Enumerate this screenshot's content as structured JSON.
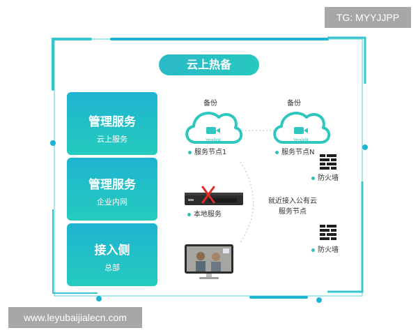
{
  "watermark": {
    "top": "TG: MYYJJPP",
    "bottom": "www.leyubaijialecn.com"
  },
  "title": "云上热备",
  "panels": [
    {
      "title": "管理服务",
      "subtitle": "云上服务"
    },
    {
      "title": "管理服务",
      "subtitle": "企业内网"
    },
    {
      "title": "接入侧",
      "subtitle": "总部"
    }
  ],
  "backup_labels": [
    "备份",
    "备份"
  ],
  "cloud_nodes": [
    {
      "brand": "Yealink",
      "label": "服务节点1"
    },
    {
      "brand": "Yealink",
      "label": "服务节点N"
    }
  ],
  "firewalls": [
    "防火墙",
    "防火墙"
  ],
  "local_service": "本地服务",
  "note_lines": [
    "就近接入公有云",
    "服务节点"
  ],
  "colors": {
    "teal": "#2ec7c0",
    "blue": "#1fb4d1",
    "frame": "#37c6cf",
    "fail": "#e02a2a"
  }
}
